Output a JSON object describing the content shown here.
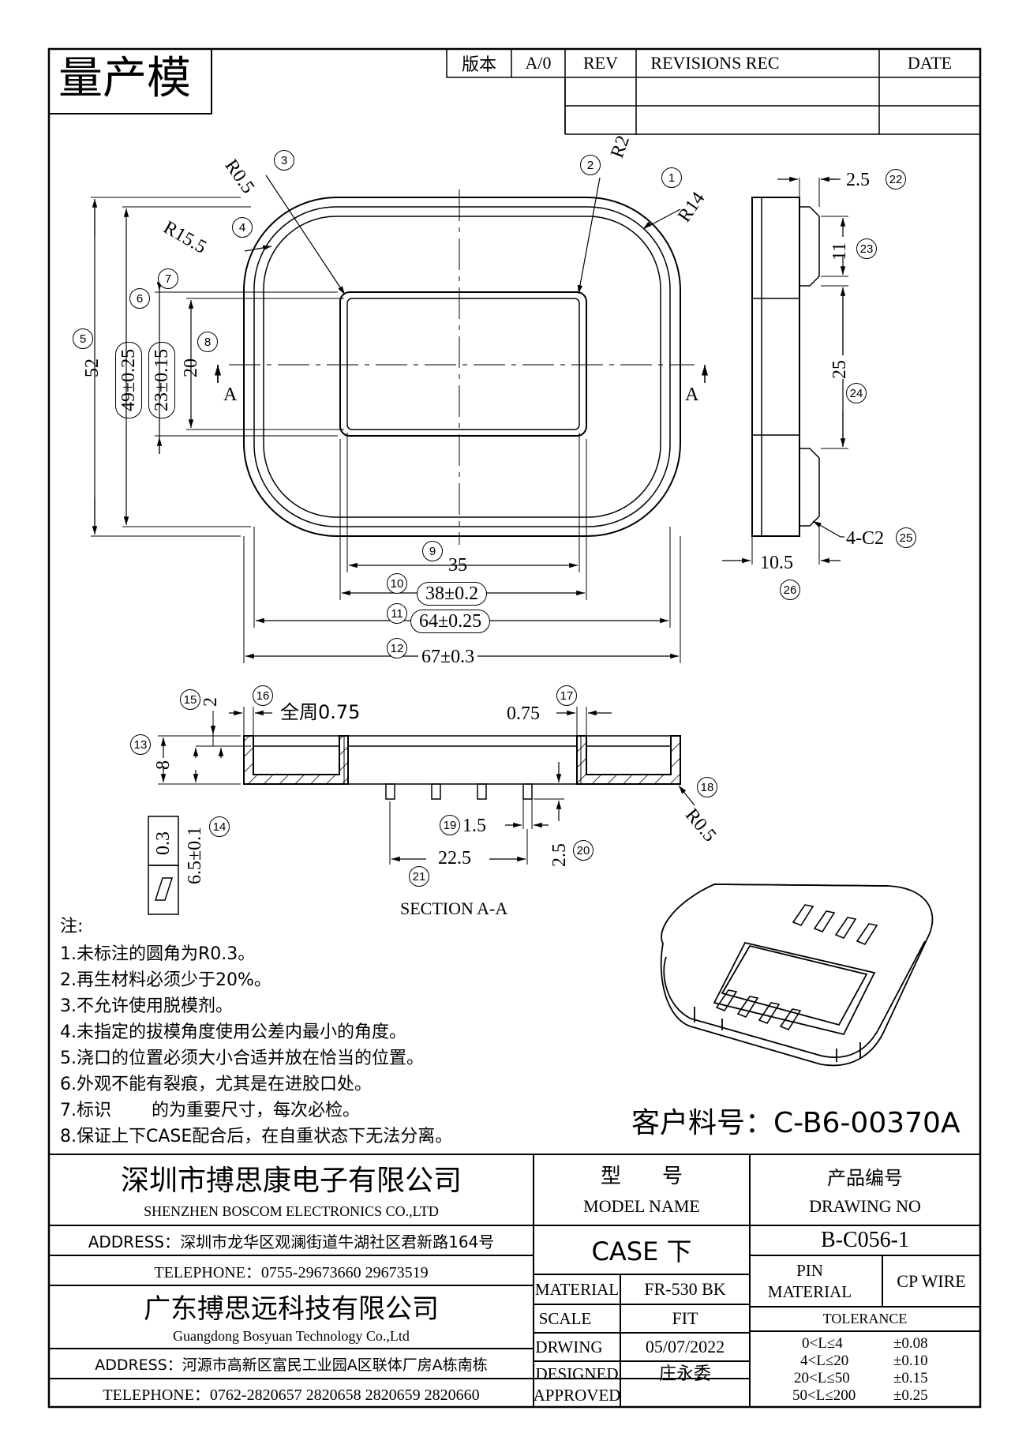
{
  "title_block": {
    "stamp": "量产模",
    "version_label": "版本",
    "version_value": "A/0",
    "rev_label": "REV",
    "revisions_label": "REVISIONS REC",
    "date_label": "DATE"
  },
  "top_view": {
    "dims": {
      "d1": "R14",
      "d2": "R2",
      "d3": "R0.5",
      "d4": "R15.5",
      "d5": "52",
      "d6": "49±0.25",
      "d7": "23±0.15",
      "d8": "20",
      "d9": "35",
      "d10": "38±0.2",
      "d11": "64±0.25",
      "d12": "67±0.3"
    },
    "section_mark": "A",
    "bubbles": [
      "1",
      "2",
      "3",
      "4",
      "5",
      "6",
      "7",
      "8",
      "9",
      "10",
      "11",
      "12"
    ]
  },
  "side_view": {
    "dims": {
      "d22": "2.5",
      "d23": "11",
      "d24": "25",
      "d25": "4-C2",
      "d26": "10.5"
    },
    "bubbles": [
      "22",
      "23",
      "24",
      "25",
      "26"
    ]
  },
  "section_view": {
    "title": "SECTION A-A",
    "dims": {
      "d13": "8",
      "d14": "6.5±0.1",
      "d15": "2",
      "d16": "全周0.75",
      "d17": "0.75",
      "d18": "R0.5",
      "d19": "1.5",
      "d20": "2.5",
      "d21": "22.5",
      "flatness": "0.3"
    },
    "bubbles": [
      "13",
      "14",
      "15",
      "16",
      "17",
      "18",
      "19",
      "20",
      "21"
    ]
  },
  "notes": {
    "heading": "注:",
    "items": [
      "1.未标注的圆角为R0.3。",
      "2.再生材料必须少于20%。",
      "3.不允许使用脱模剂。",
      "4.未指定的拔模角度使用公差内最小的角度。",
      "5.浇口的位置必须大小合适并放在恰当的位置。",
      "6.外观不能有裂痕，尤其是在进胶口处。",
      "7.标识　　 的为重要尺寸，每次必检。",
      "8.保证上下CASE配合后，在自重状态下无法分离。"
    ]
  },
  "customer_part": "客户料号：C-B6-00370A",
  "company": {
    "name1_cn": "深圳市搏思康电子有限公司",
    "name1_en": "SHENZHEN BOSCOM ELECTRONICS CO.,LTD",
    "address1": "ADDRESS：深圳市龙华区观澜街道牛湖社区君新路164号",
    "telephone1": "TELEPHONE：0755-29673660 29673519",
    "name2_cn": "广东搏思远科技有限公司",
    "name2_en": "Guangdong Bosyuan Technology Co.,Ltd",
    "address2": "ADDRESS：河源市高新区富民工业园A区联体厂房A栋南栋",
    "telephone2": "TELEPHONE：0762-2820657 2820658 2820659 2820660"
  },
  "spec": {
    "model_cn": "型　　号",
    "model_en": "MODEL NAME",
    "drawing_cn": "产品编号",
    "drawing_en": "DRAWING NO",
    "model_value": "CASE 下",
    "drawing_value": "B-C056-1",
    "material_label": "MATERIAL",
    "material_value": "FR-530 BK",
    "pin_material_label": "PIN MATERIAL",
    "pin_material_value": "CP WIRE",
    "scale_label": "SCALE",
    "scale_value": "FIT",
    "drawing_label": "DRWING",
    "drawing_date": "05/07/2022",
    "designed_label": "DESIGNED",
    "designed_value": "庄永委",
    "approved_label": "APPROVED",
    "tolerance_label": "TOLERANCE",
    "tolerances": [
      {
        "range": "0<L≤4",
        "tol": "±0.08"
      },
      {
        "range": "4<L≤20",
        "tol": "±0.10"
      },
      {
        "range": "20<L≤50",
        "tol": "±0.15"
      },
      {
        "range": "50<L≤200",
        "tol": "±0.25"
      }
    ]
  }
}
